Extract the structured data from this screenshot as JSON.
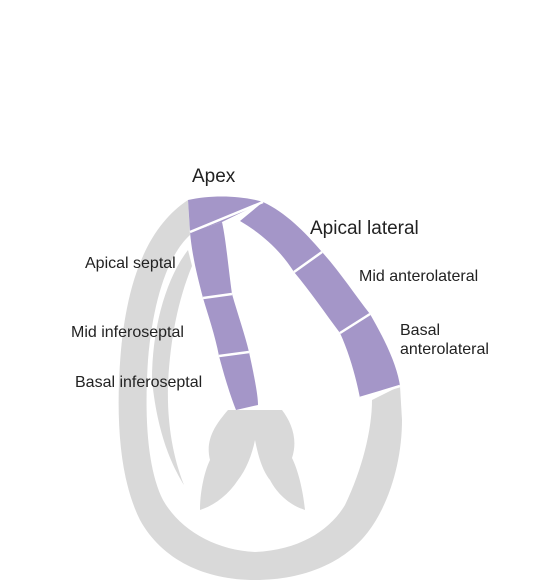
{
  "colors": {
    "myocardium": "#d9d9d9",
    "highlighted_segment": "#a496c8",
    "segment_border": "#ffffff",
    "label_text": "#222222",
    "background": "#ffffff"
  },
  "labels": {
    "apex": "Apex",
    "apical_lateral": "Apical lateral",
    "apical_septal": "Apical septal",
    "mid_anterolateral": "Mid anterolateral",
    "mid_inferoseptal": "Mid inferoseptal",
    "basal_anterolateral_line1": "Basal",
    "basal_anterolateral_line2": "anterolateral",
    "basal_inferoseptal": "Basal inferoseptal"
  }
}
